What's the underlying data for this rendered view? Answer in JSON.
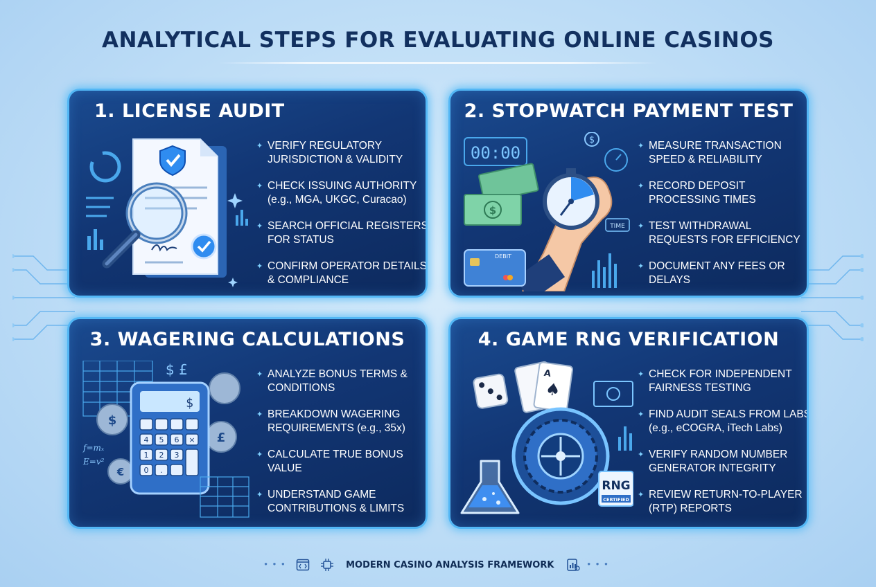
{
  "title": "ANALYTICAL STEPS FOR EVALUATING ONLINE CASINOS",
  "cards": [
    {
      "title": "1.  LICENSE AUDIT",
      "bullets": [
        "VERIFY REGULATORY JURISDICTION & VALIDITY",
        "CHECK ISSUING AUTHORITY (e.g., MGA, UKGC, Curacao)",
        "SEARCH OFFICIAL REGISTERS FOR STATUS",
        "CONFIRM OPERATOR DETAILS & COMPLIANCE"
      ]
    },
    {
      "title": "2. STOPWATCH PAYMENT TEST",
      "bullets": [
        "MEASURE TRANSACTION SPEED & RELIABILITY",
        "RECORD DEPOSIT PROCESSING TIMES",
        "TEST WITHDRAWAL REQUESTS FOR EFFICIENCY",
        "DOCUMENT ANY FEES OR DELAYS"
      ],
      "art": {
        "clock_text": "00:00",
        "time_label": "TIME",
        "card_label": "DEBIT"
      }
    },
    {
      "title": "3. WAGERING CALCULATIONS",
      "bullets": [
        "ANALYZE BONUS TERMS & CONDITIONS",
        "BREAKDOWN WAGERING REQUIREMENTS (e.g., 35x)",
        "CALCULATE TRUE BONUS VALUE",
        "UNDERSTAND GAME CONTRIBUTIONS & LIMITS"
      ],
      "art": {
        "display": "$",
        "formula_1": "f=mₓ",
        "formula_2": "E=v²"
      }
    },
    {
      "title": "4. GAME RNG VERIFICATION",
      "bullets": [
        "CHECK FOR INDEPENDENT FAIRNESS TESTING",
        "FIND AUDIT SEALS FROM LABS (e.g., eCOGRA, iTech Labs)",
        "VERIFY RANDOM NUMBER GENERATOR INTEGRITY",
        "REVIEW RETURN-TO-PLAYER (RTP) REPORTS"
      ],
      "art": {
        "badge_title": "RNG",
        "badge_sub": "CERTIFIED"
      }
    }
  ],
  "footer": {
    "label": "MODERN CASINO ANALYSIS FRAMEWORK"
  },
  "colors": {
    "accent": "#53b7f5",
    "title": "#12305f",
    "card_bg": "#123674"
  }
}
